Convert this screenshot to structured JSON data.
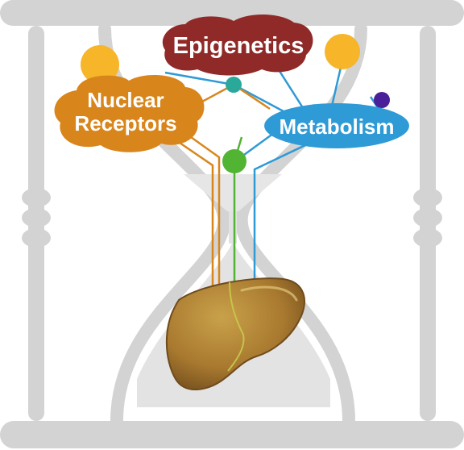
{
  "labels": {
    "epigenetics": "Epigenetics",
    "nuclear_line1": "Nuclear",
    "nuclear_line2": "Receptors",
    "metabolism": "Metabolism"
  },
  "colors": {
    "hourglass": "#d3d3d3",
    "epigenetics": "#8f2a28",
    "nuclear_receptors": "#d8861c",
    "metabolism": "#2e9ad6",
    "node_yellow": "#f7b52a",
    "node_teal": "#2aa99b",
    "node_purple": "#4a1f9a",
    "node_green": "#52b433",
    "liver": "#a8792f"
  },
  "icons": [
    "hourglass-icon",
    "liver-icon"
  ]
}
